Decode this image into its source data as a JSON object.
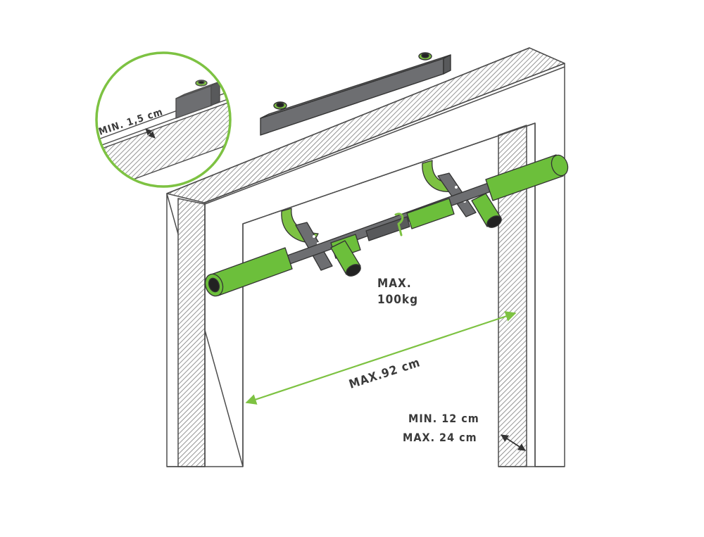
{
  "labels": {
    "max_load_line1": "MAX.",
    "max_load_line2": "100kg",
    "max_width": "MAX.92 cm",
    "wall_min": "MIN. 12 cm",
    "wall_max": "MAX. 24 cm",
    "frame_min": "MIN. 1,5 cm"
  },
  "colors": {
    "accent_green": "#7dc242",
    "grip_green": "#6cbf3b",
    "steel": "#6d6e71",
    "outline": "#4d4d4d",
    "hatch": "#8a8a8a"
  }
}
